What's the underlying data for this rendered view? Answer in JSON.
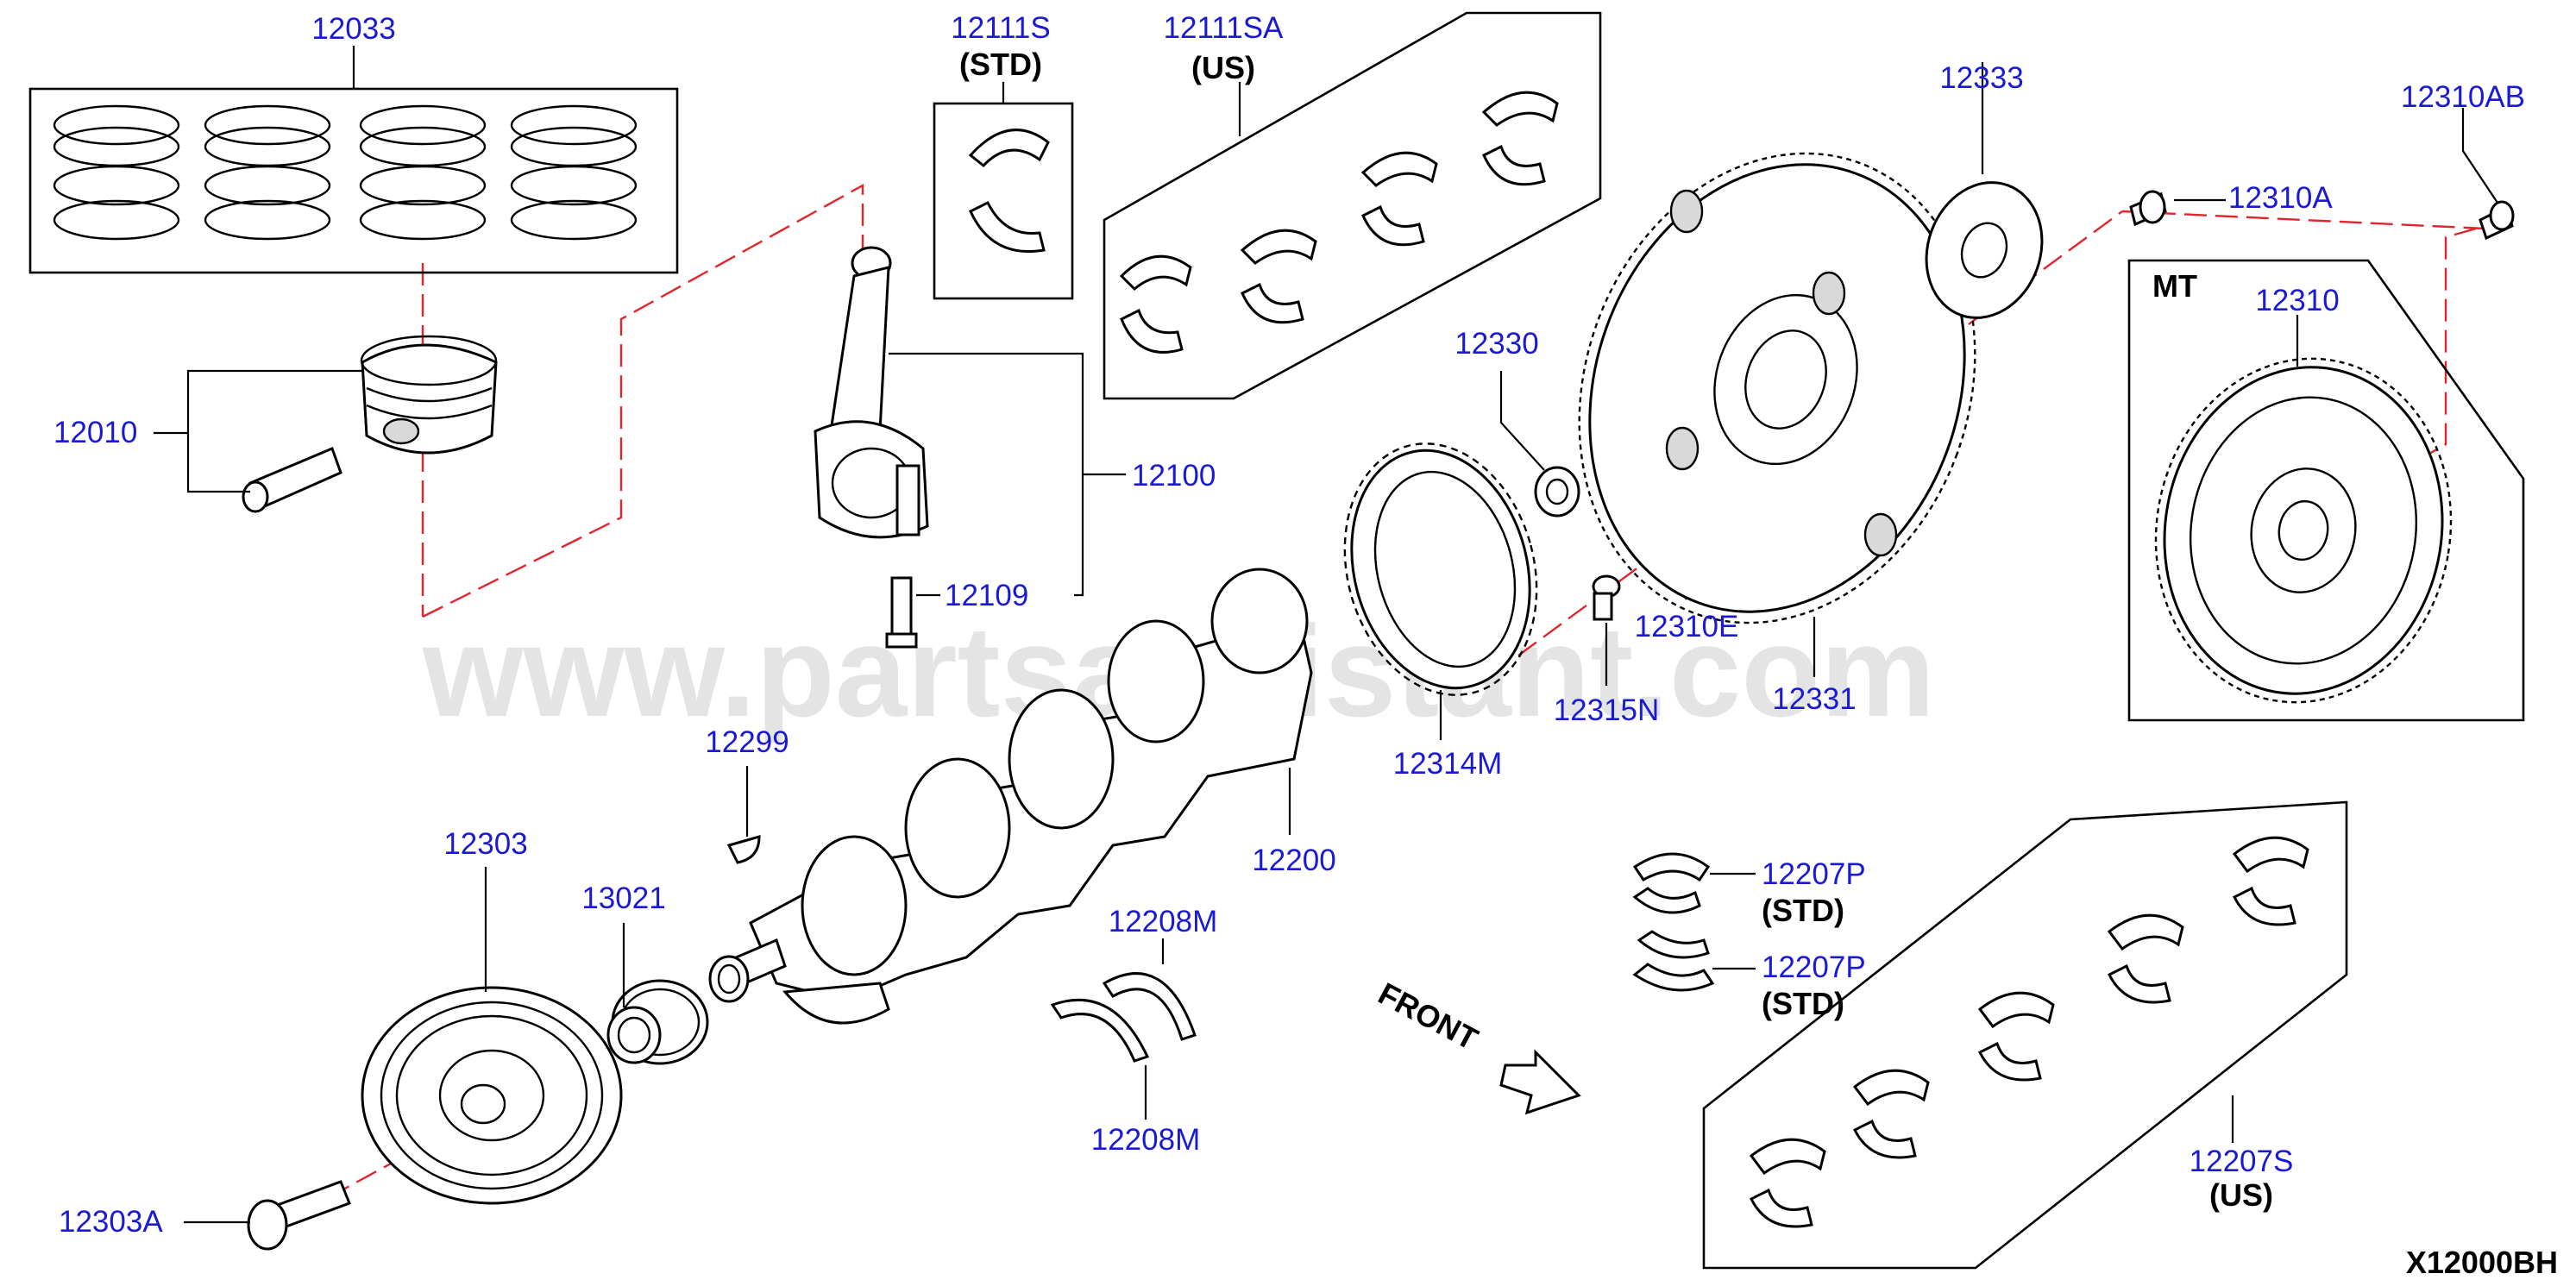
{
  "diagram_code": "X12000BH",
  "watermark": "www.partsassistant.com",
  "front_label": "FRONT",
  "mt_label": "MT",
  "parts": {
    "p12033": "12033",
    "p12111S": "12111S",
    "p12111S_note": "(STD)",
    "p12111SA": "12111SA",
    "p12111SA_note": "(US)",
    "p12333": "12333",
    "p12310AB": "12310AB",
    "p12310A": "12310A",
    "p12310": "12310",
    "p12330": "12330",
    "p12010": "12010",
    "p12100": "12100",
    "p12109": "12109",
    "p12310E": "12310E",
    "p12331": "12331",
    "p12315N": "12315N",
    "p12314M": "12314M",
    "p12299": "12299",
    "p12200": "12200",
    "p12303": "12303",
    "p13021": "13021",
    "p12208M_top": "12208M",
    "p12208M_bottom": "12208M",
    "p12207P_1": "12207P",
    "p12207P_1_note": "(STD)",
    "p12207P_2": "12207P",
    "p12207P_2_note": "(STD)",
    "p12207S": "12207S",
    "p12207S_note": "(US)",
    "p12303A": "12303A"
  }
}
